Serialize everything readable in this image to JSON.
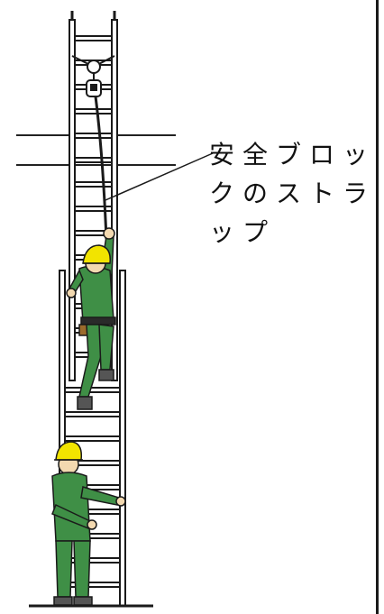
{
  "callout": {
    "lines": [
      "安全ブロッ",
      "クのストラ",
      "ップ"
    ]
  },
  "colors": {
    "worker_uniform": "#3f8f46",
    "helmet": "#f2e400",
    "ladder": "#ffffff",
    "outline": "#1a1a1a"
  },
  "icons": [
    "ladder",
    "safety-block",
    "climbing-worker",
    "supporting-worker"
  ]
}
